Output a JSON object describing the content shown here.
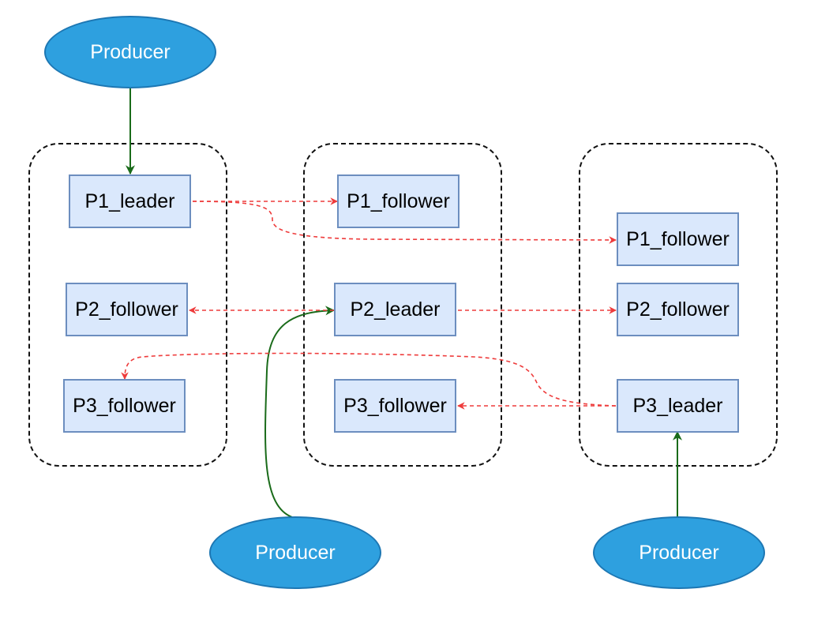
{
  "diagram": {
    "brokers": [
      {
        "partitions": [
          {
            "label": "P1_leader"
          },
          {
            "label": "P2_follower"
          },
          {
            "label": "P3_follower"
          }
        ]
      },
      {
        "partitions": [
          {
            "label": "P1_follower"
          },
          {
            "label": "P2_leader"
          },
          {
            "label": "P3_follower"
          }
        ]
      },
      {
        "partitions": [
          {
            "label": "P1_follower"
          },
          {
            "label": "P2_follower"
          },
          {
            "label": "P3_leader"
          }
        ]
      }
    ],
    "producers": [
      {
        "label": "Producer"
      },
      {
        "label": "Producer"
      },
      {
        "label": "Producer"
      }
    ],
    "colors": {
      "partition_fill": "#dae8fc",
      "partition_border": "#6c8ebf",
      "producer_fill": "#2ea0df",
      "producer_border": "#1d77b3",
      "write_arrow": "#1a6b1a",
      "replication_arrow": "#ee3b3b"
    }
  }
}
